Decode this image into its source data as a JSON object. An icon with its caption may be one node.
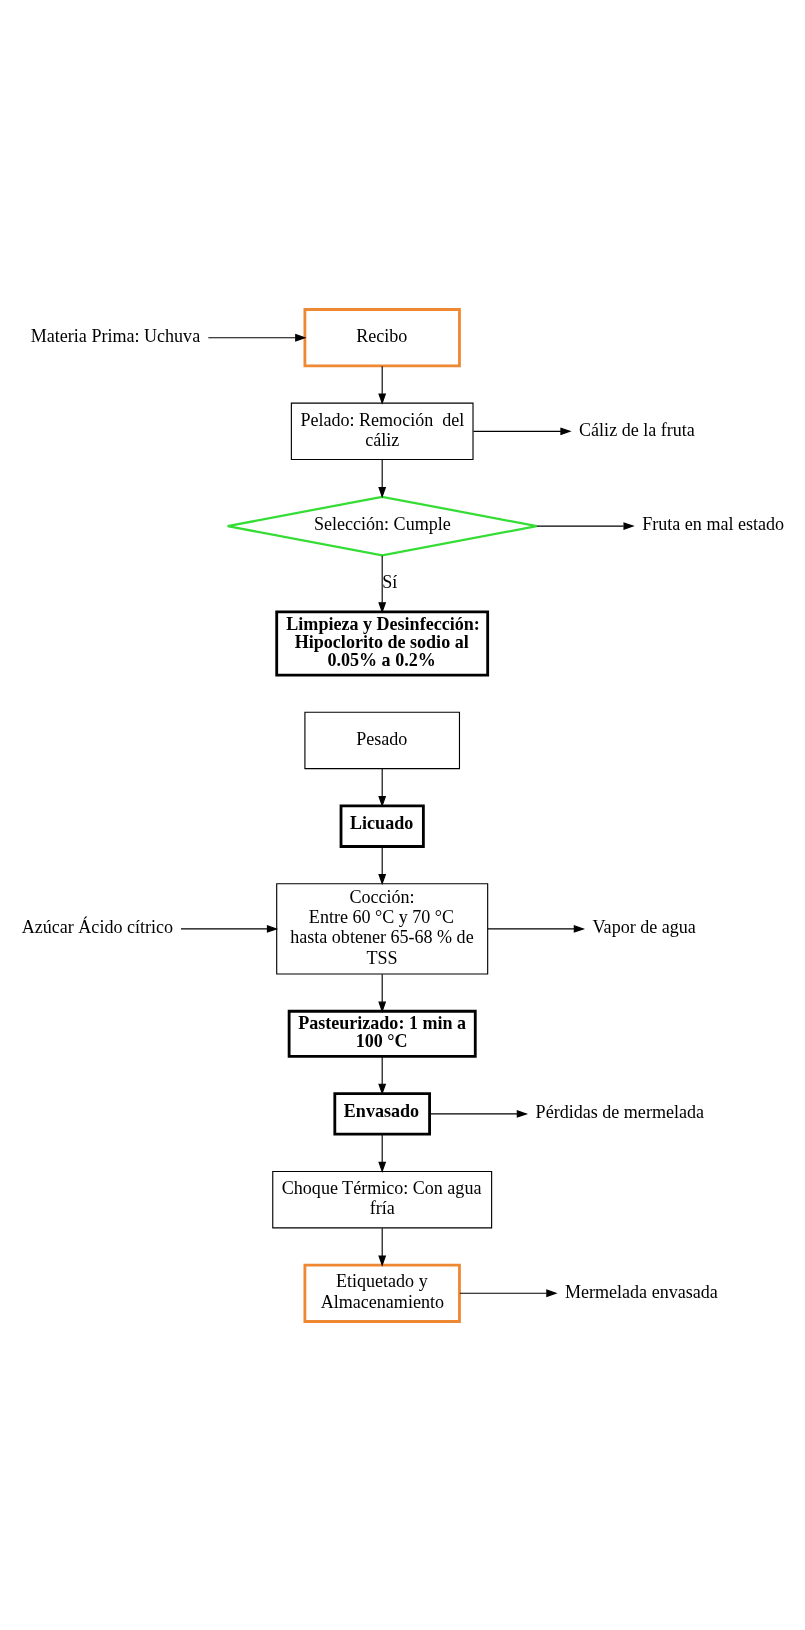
{
  "diagram": {
    "nodes": [
      {
        "text": [
          "Materia Prima: Uchuva"
        ]
      },
      {
        "text": [
          "Recibo"
        ]
      },
      {
        "text": [
          "Pelado: Remoción  del cáliz"
        ]
      },
      {
        "text": [
          "Cáliz de la fruta"
        ]
      },
      {
        "text": [
          "Selección: Cumple"
        ]
      },
      {
        "text": [
          "Fruta en mal estado"
        ]
      },
      {
        "text": [
          "Limpieza y Desinfección: Hipoclorito de sodio al 0.05% a 0.2%"
        ]
      },
      {
        "text": [
          "Pesado"
        ]
      },
      {
        "text": [
          "Licuado"
        ]
      },
      {
        "text": [
          "Azúcar Ácido cítrico"
        ]
      },
      {
        "text": [
          "Cocción:",
          "Entre 60 °C y 70 °C hasta obtener 65-68 % de TSS"
        ]
      },
      {
        "text": [
          "Vapor de agua"
        ]
      },
      {
        "text": [
          "Pasteurizado: 1 min a 100 °C"
        ]
      },
      {
        "text": [
          "Envasado"
        ]
      },
      {
        "text": [
          "Pérdidas de mermelada"
        ]
      },
      {
        "text": [
          "Choque Térmico: Con agua fría"
        ]
      },
      {
        "text": [
          "Etiquetado y Almacenamiento"
        ]
      },
      {
        "text": [
          "Mermelada envasada"
        ]
      }
    ],
    "edges": [
      {
        "from": 0,
        "to": 1,
        "arrow": "to"
      },
      {
        "from": 1,
        "to": 2,
        "arrow": "to"
      },
      {
        "from": 2,
        "to": 3,
        "arrow": "to"
      },
      {
        "from": 2,
        "to": 4,
        "arrow": "to"
      },
      {
        "from": 4,
        "to": 5,
        "arrow": "to"
      },
      {
        "from": 4,
        "to": 6,
        "arrow": "to",
        "label": "Sí"
      },
      {
        "from": 7,
        "to": 8,
        "arrow": "to"
      },
      {
        "from": 8,
        "to": 10,
        "arrow": "to"
      },
      {
        "from": 9,
        "to": 10,
        "arrow": "to"
      },
      {
        "from": 10,
        "to": 11,
        "arrow": "to"
      },
      {
        "from": 10,
        "to": 12,
        "arrow": "to"
      },
      {
        "from": 12,
        "to": 13,
        "arrow": "to"
      },
      {
        "from": 13,
        "to": 14,
        "arrow": "to"
      },
      {
        "from": 13,
        "to": 15,
        "arrow": "to"
      },
      {
        "from": 15,
        "to": 16,
        "arrow": "to"
      },
      {
        "from": 16,
        "to": 17,
        "arrow": "to"
      }
    ]
  }
}
